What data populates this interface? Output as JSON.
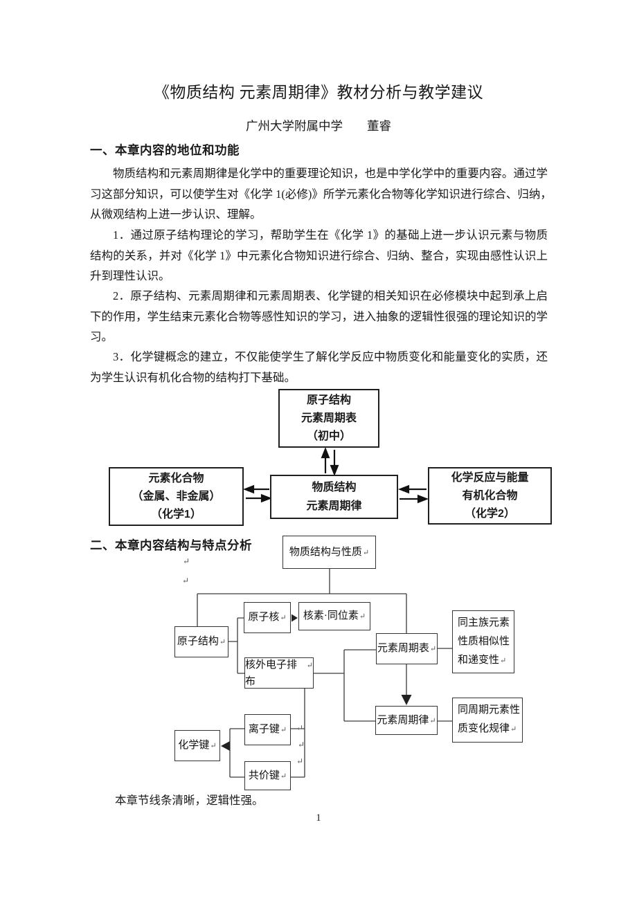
{
  "header": {
    "title": "《物质结构 元素周期律》教材分析与教学建议",
    "byline": "广州大学附属中学　　董睿"
  },
  "section1": {
    "heading": "一、本章内容的地位和功能",
    "paragraphs": [
      {
        "lines": [
          "物质结构和元素周期律是化学中的重要理论知识，也是中学化学中的重要内容。通过学",
          "习这部分知识，可以使学生对《化学 1(必修)》所学元素化合物等化学知识进行综合、归纳，",
          "从微观结构上进一步认识、理解。"
        ]
      },
      {
        "lines": [
          "1．通过原子结构理论的学习，帮助学生在《化学 1》的基础上进一步认识元素与物质",
          "结构的关系，并对《化学 1》中元素化合物知识进行综合、归纳、整合，实现由感性认识上",
          "升到理性认识。"
        ]
      },
      {
        "lines": [
          "2．原子结构、元素周期律和元素周期表、化学键的相关知识在必修模块中起到承上启",
          "下的作用，学生结束元素化合物等感性知识的学习，进入抽象的逻辑性很强的理论知识的学",
          "习。"
        ]
      },
      {
        "lines": [
          "3．化学键概念的建立，不仅能使学生了解化学反应中物质变化和能量变化的实质，还",
          "为学生认识有机化合物的结构打下基础。"
        ]
      }
    ]
  },
  "diagram1": {
    "top": {
      "lines": [
        "原子结构",
        "元素周期表",
        "（初中）"
      ]
    },
    "left": {
      "lines": [
        "元素化合物",
        "（金属、非金属）",
        "（化学1）"
      ]
    },
    "center": {
      "lines": [
        "物质结构",
        "元素周期律"
      ]
    },
    "right": {
      "lines": [
        "化学反应与能量",
        "有机化合物",
        "（化学2）"
      ]
    }
  },
  "section2": {
    "heading": "二、本章内容结构与特点分析"
  },
  "diagram2": {
    "root": "物质结构与性质",
    "atom_structure": "原子结构",
    "nucleus": "原子核",
    "nuclide": "核素·同位素",
    "electron_config": "核外电子排布",
    "periodic_table": "元素周期表",
    "same_group": {
      "lines": [
        "同主族元素",
        "性质相似性",
        "和递变性"
      ]
    },
    "periodic_law": "元素周期律",
    "same_period": {
      "lines": [
        "同周期元素性",
        "质变化规律"
      ]
    },
    "chemical_bond": "化学键",
    "ionic_bond": "离子键",
    "covalent_bond": "共价键"
  },
  "footer": {
    "note": "本章节线条清晰，逻辑性强。"
  },
  "page": {
    "number": "1"
  },
  "marks": {
    "crlf": "↵"
  }
}
